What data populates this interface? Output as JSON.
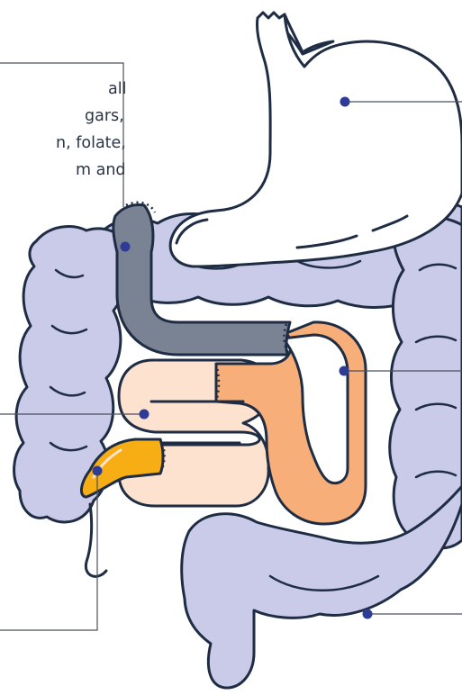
{
  "callout": {
    "lines": [
      "all",
      "gars,",
      "n, folate,",
      "m and"
    ]
  },
  "colors": {
    "outline": "#1f2d44",
    "colon": "#c9cbe9",
    "stomach": "#ffffff",
    "duodenum": "#7a8393",
    "jejunum": "#f7ae78",
    "ileum": "#fde2d0",
    "terminal_ileum": "#f7ad14",
    "leader_line": "#4a5060",
    "marker": "#2e3c96"
  },
  "icons": [
    "stomach-shape",
    "colon-shape",
    "small-intestine-shape",
    "appendix-shape"
  ]
}
